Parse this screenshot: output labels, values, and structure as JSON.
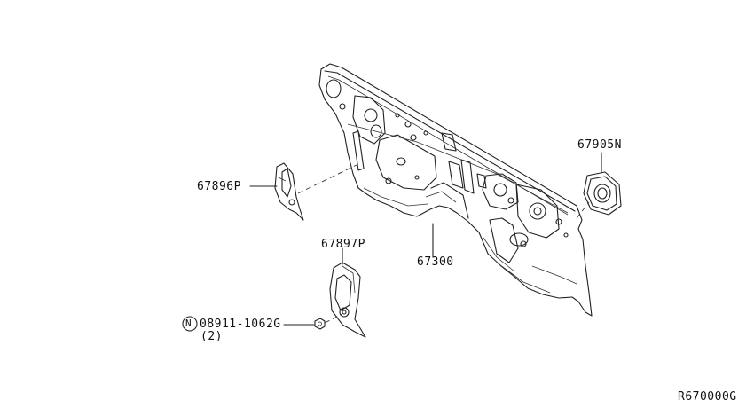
{
  "parts": {
    "dash_panel": "67300",
    "grommet": "67905N",
    "bracket_upper": "67896P",
    "bracket_lower": "67897P",
    "nut": "08911-1062G",
    "nut_qty": "(2)",
    "nut_symbol": "N"
  },
  "diagram_code": "R670000G"
}
